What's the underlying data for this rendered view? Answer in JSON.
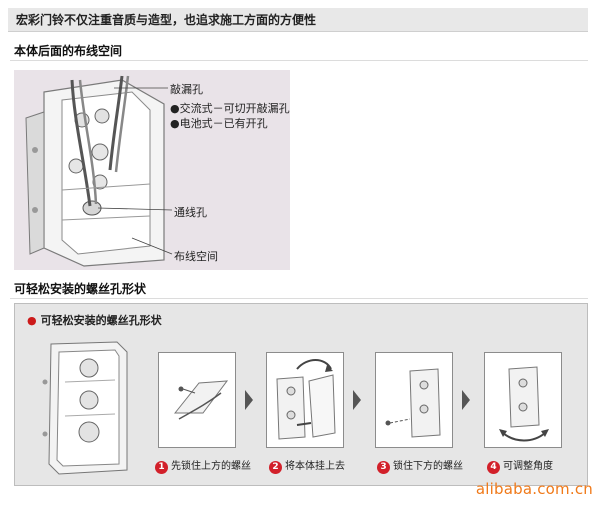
{
  "header": {
    "title": "宏彩门铃不仅注重音质与造型，也追求施工方面的方便性"
  },
  "section1": {
    "title": "本体后面的布线空间",
    "callouts": {
      "knockout": "敲漏孔",
      "ac": "●交流式－可切开敲漏孔",
      "battery": "●电池式－已有开孔",
      "through_hole": "通线孔",
      "wiring_space": "布线空间"
    }
  },
  "section2": {
    "title": "可轻松安装的螺丝孔形状",
    "panel_title": "可轻松安装的螺丝孔形状",
    "steps": [
      {
        "num": "1",
        "label": "先锁住上方的螺丝"
      },
      {
        "num": "2",
        "label": "将本体挂上去"
      },
      {
        "num": "3",
        "label": "锁住下方的螺丝"
      },
      {
        "num": "4",
        "label": "可调整角度"
      }
    ]
  },
  "watermark": "alibaba.com.cn",
  "colors": {
    "accent_red": "#d2202a",
    "watermark": "#f07a1a",
    "panel_bg": "#e6e6e6"
  }
}
